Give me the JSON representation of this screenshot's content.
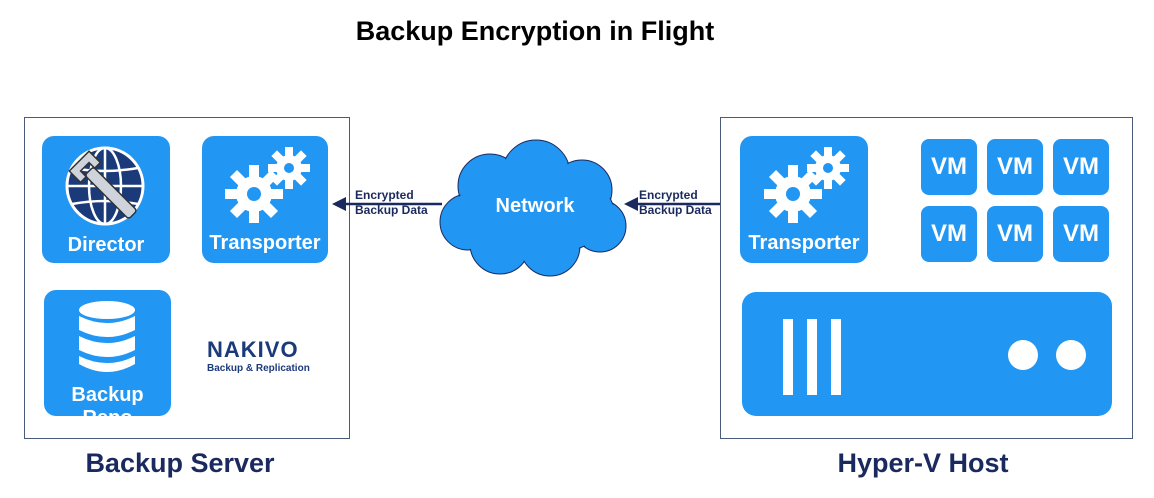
{
  "title": "Backup Encryption in Flight",
  "backup_server": {
    "caption": "Backup Server",
    "director_label": "Director",
    "transporter_label": "Transporter",
    "repo_label": "Backup Repo",
    "logo": {
      "name": "NAKIVO",
      "tagline": "Backup & Replication"
    }
  },
  "network": {
    "label": "Network"
  },
  "links": [
    {
      "line1": "Encrypted",
      "line2": "Backup Data"
    },
    {
      "line1": "Encrypted",
      "line2": "Backup Data"
    }
  ],
  "hyperv_host": {
    "caption": "Hyper-V Host",
    "transporter_label": "Transporter",
    "vms": [
      "VM",
      "VM",
      "VM",
      "VM",
      "VM",
      "VM"
    ]
  },
  "colors": {
    "accent": "#2196f3",
    "navy": "#1b2a5e"
  }
}
